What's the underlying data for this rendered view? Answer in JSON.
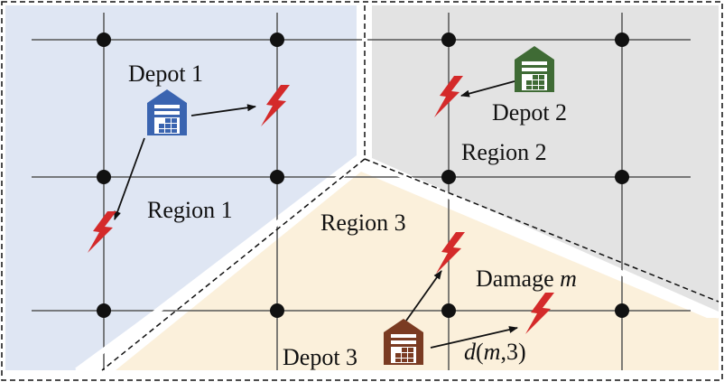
{
  "regions": [
    {
      "id": "r1",
      "label": "Region 1",
      "color": "#dfe6f3"
    },
    {
      "id": "r2",
      "label": "Region 2",
      "color": "#e3e3e3"
    },
    {
      "id": "r3",
      "label": "Region 3",
      "color": "#fbf0db"
    }
  ],
  "depots": [
    {
      "id": "d1",
      "label": "Depot 1",
      "icon": "warehouse-icon",
      "color": "#3a64b0"
    },
    {
      "id": "d2",
      "label": "Depot 2",
      "icon": "warehouse-icon",
      "color": "#3f6b35"
    },
    {
      "id": "d3",
      "label": "Depot 3",
      "icon": "warehouse-icon",
      "color": "#7a3b22"
    }
  ],
  "damage": {
    "icon": "lightning-icon",
    "color": "#d42a2a",
    "label_text": "Damage ",
    "label_var": "m"
  },
  "distance_label": {
    "func": "d",
    "open": "(",
    "var": "m",
    "rest": ",3)"
  },
  "colors": {
    "grid_line": "#555555",
    "node": "#111111",
    "arrow": "#111111",
    "border": "#111111"
  }
}
